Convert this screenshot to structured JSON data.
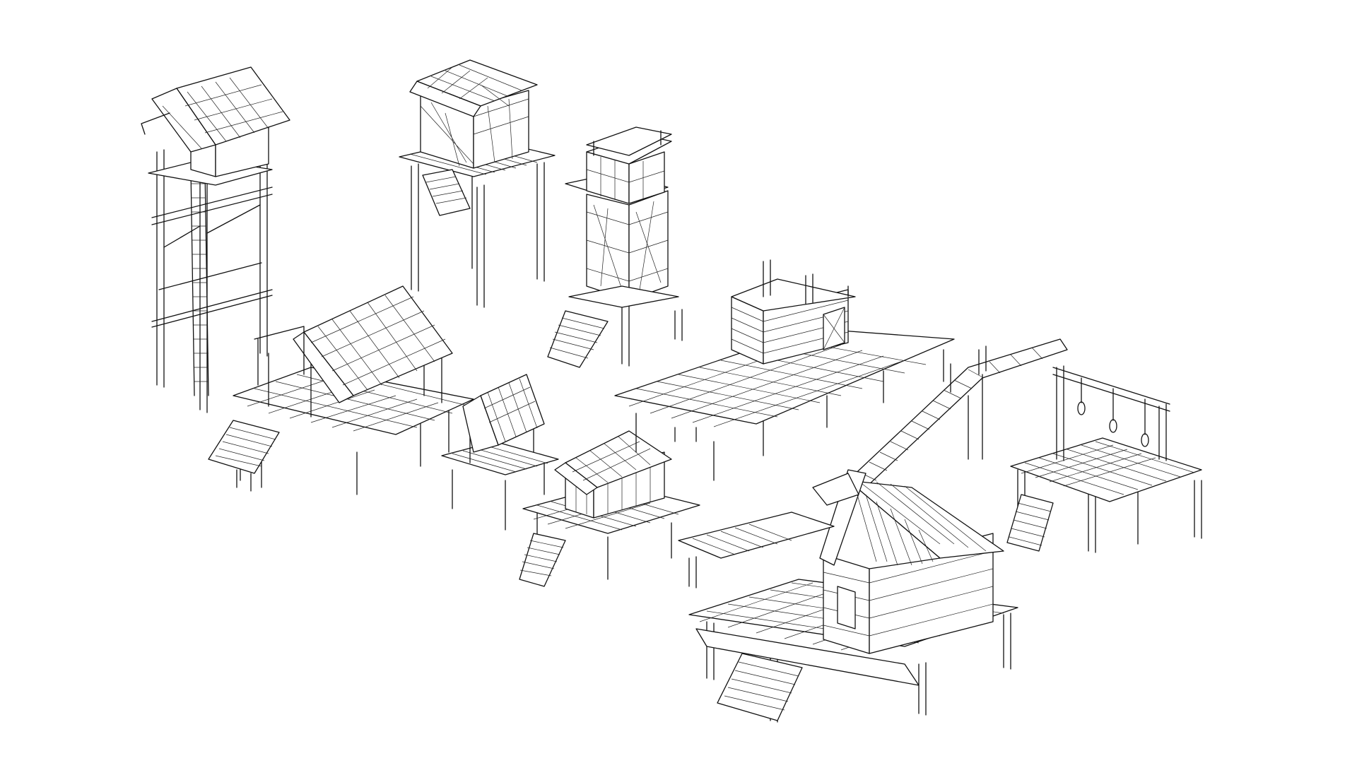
{
  "scene": {
    "background": "#ffffff",
    "line_color": "#111111",
    "style": "wireframe isometric line art",
    "structures": [
      {
        "name": "watchtower-with-ladder"
      },
      {
        "name": "stilt-hut-high"
      },
      {
        "name": "tall-tower-hut"
      },
      {
        "name": "gable-roof-deck-with-stairs"
      },
      {
        "name": "small-roofed-platform"
      },
      {
        "name": "small-cabin-on-deck"
      },
      {
        "name": "long-dock-cabin"
      },
      {
        "name": "rope-bridge-walkway"
      },
      {
        "name": "gallows-platform"
      },
      {
        "name": "large-central-hut"
      }
    ]
  }
}
